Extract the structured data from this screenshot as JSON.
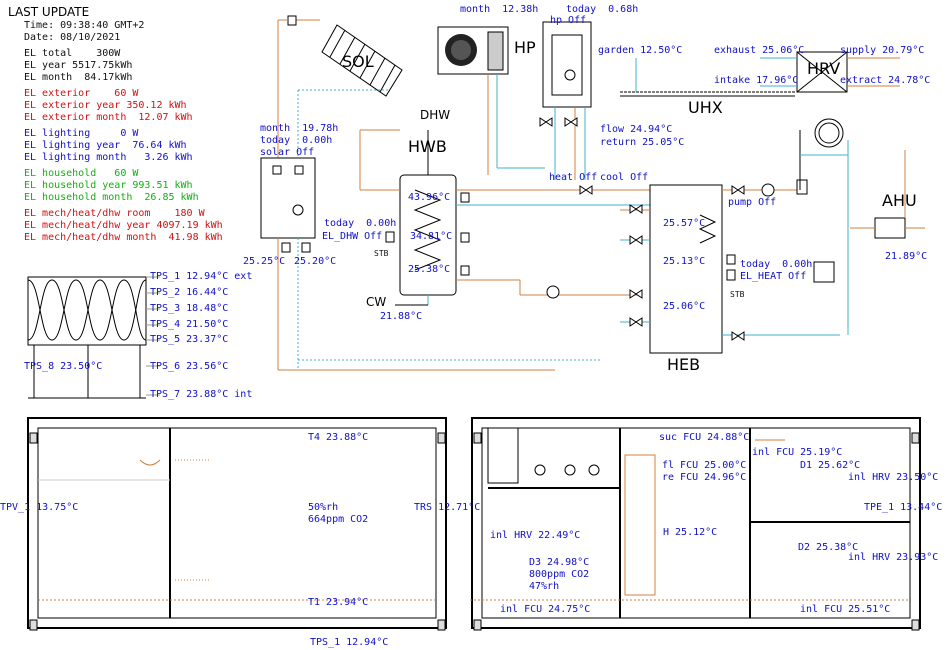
{
  "status": {
    "title": "LAST UPDATE",
    "time": "Time: 09:38:40 GMT+2",
    "date": "Date: 08/10/2021",
    "lines_black": [
      "EL total    300W",
      "EL year 5517.75kWh",
      "EL month  84.17kWh"
    ],
    "lines_red1": [
      "EL exterior    60 W",
      "EL exterior year 350.12 kWh",
      "EL exterior month  12.07 kWh"
    ],
    "lines_blue": [
      "EL lighting     0 W",
      "EL lighting year  76.64 kWh",
      "EL lighting month   3.26 kWh"
    ],
    "lines_green": [
      "EL household   60 W",
      "EL household year 993.51 kWh",
      "EL household month  26.85 kWh"
    ],
    "lines_red2": [
      "EL mech/heat/dhw room    180 W",
      "EL mech/heat/dhw year 4097.19 kWh",
      "EL mech/heat/dhw month  41.98 kWh"
    ]
  },
  "wall_sensors": {
    "tps1": "TPS_1 12.94°C ext",
    "tps2": "TPS_2 16.44°C",
    "tps3": "TPS_3 18.48°C",
    "tps4": "TPS_4 21.50°C",
    "tps5": "TPS_5 23.37°C",
    "tps8": "TPS_8 23.50°C",
    "tps6": "TPS_6 23.56°C",
    "tps7": "TPS_7 23.88°C int"
  },
  "solar": {
    "label": "SOL",
    "month": "month  19.78h",
    "today": "today  0.00h",
    "state": "solar Off",
    "t_left": "25.25°C",
    "t_right": "25.20°C"
  },
  "hp": {
    "label": "HP",
    "month": "month  12.38h",
    "today": "today  0.68h",
    "state": "hp Off",
    "flow": "flow 24.94°C",
    "return": "return 25.05°C"
  },
  "garden": "garden 12.50°C",
  "uhx": "UHX",
  "hrv": {
    "label": "HRV",
    "exhaust": "exhaust 25.06°C",
    "supply": "supply 20.79°C",
    "intake": "intake 17.96°C",
    "extract": "extract 24.78°C"
  },
  "hwb": {
    "label": "HWB",
    "dhw": "DHW",
    "t1": "43.96°C",
    "t2": "34.81°C",
    "t3": "25.38°C",
    "today": "today  0.00h",
    "state": "EL_DHW Off",
    "stb": "STB",
    "cw": "CW",
    "cw_temp": "21.88°C"
  },
  "valves": {
    "heat": "heat Off",
    "cool": "cool Off",
    "pump": "pump Off"
  },
  "heb": {
    "label": "HEB",
    "t1": "25.57°C",
    "t2": "25.13°C",
    "t3": "25.06°C",
    "today": "today  0.00h",
    "state": "EL_HEAT Off",
    "stb": "STB"
  },
  "ahu": {
    "label": "AHU",
    "temp": "21.89°C"
  },
  "ground_floor": {
    "t4": "T4 23.88°C",
    "rh": "50%rh",
    "co2": "664ppm CO2",
    "tpv1": "TPV_1 13.75°C",
    "trs": "TRS 12.71°C",
    "t1": "T1 23.94°C",
    "tps1": "TPS_1 12.94°C"
  },
  "first_floor": {
    "suc_fcu": "suc FCU 24.88°C",
    "inl_fcu_top": "inl FCU 25.19°C",
    "d1": "D1 25.62°C",
    "fl_fcu": "fl FCU 25.00°C",
    "re_fcu": "re FCU 24.96°C",
    "inl_hrv_r1": "inl HRV 23.50°C",
    "tpe1": "TPE_1 13.44°C",
    "inl_hrv_left": "inl HRV 22.49°C",
    "h": "H 25.12°C",
    "d3": "D3 24.98°C",
    "d3_co2": "800ppm CO2",
    "d3_rh": "47%rh",
    "d2": "D2 25.38°C",
    "inl_hrv_r2": "inl HRV 23.93°C",
    "inl_fcu_bl": "inl FCU 24.75°C",
    "inl_fcu_br": "inl FCU 25.51°C"
  }
}
